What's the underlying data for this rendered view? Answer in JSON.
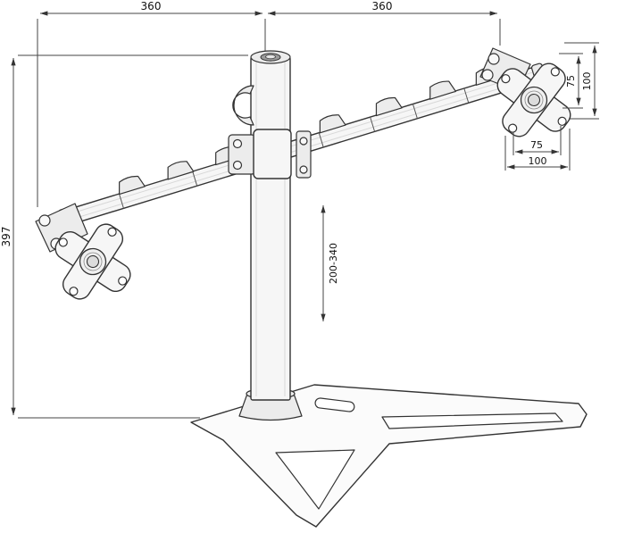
{
  "style": {
    "line_color": "#333333",
    "dimension_color": "#454545",
    "background": "#ffffff"
  },
  "dims": {
    "arm_span_left": "360",
    "arm_span_right": "360",
    "height": "397",
    "vesa_vertical_outer": "100",
    "vesa_vertical_inner": "75",
    "vesa_horizontal_inner": "75",
    "vesa_horizontal_outer": "100",
    "height_adjustment": "200-340"
  }
}
